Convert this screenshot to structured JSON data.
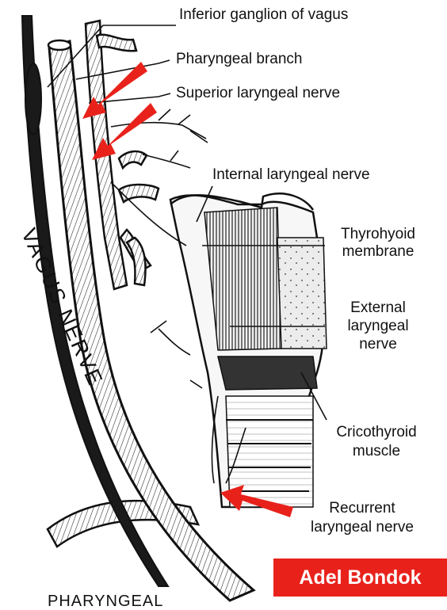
{
  "labels": {
    "inferior_ganglion": "Inferior ganglion of vagus",
    "pharyngeal_branch": "Pharyngeal branch",
    "superior_laryngeal": "Superior laryngeal nerve",
    "internal_laryngeal": "Internal laryngeal nerve",
    "thyrohyoid_1": "Thyrohyoid",
    "thyrohyoid_2": "membrane",
    "external_1": "External",
    "external_2": "laryngeal",
    "external_3": "nerve",
    "cricothyroid_1": "Cricothyroid",
    "cricothyroid_2": "muscle",
    "recurrent_1": "Recurrent",
    "recurrent_2": "laryngeal nerve"
  },
  "vagus_title": "VAGUS NERVE",
  "bottom_text": "PHARYNGEAL",
  "credit": "Adel Bondok",
  "colors": {
    "arrow": "#e8221b",
    "credit_bg": "#e8221b",
    "ink": "#111111"
  }
}
